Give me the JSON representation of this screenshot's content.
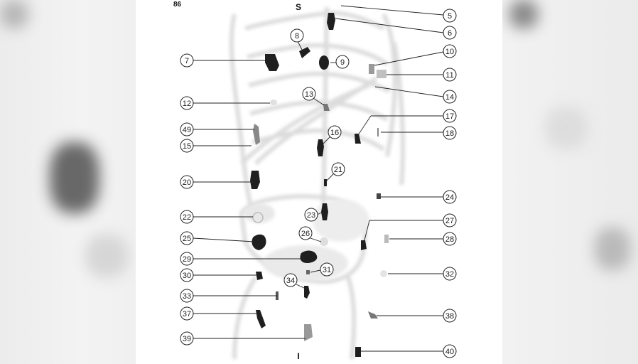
{
  "figure": {
    "page_number": "86",
    "orientation_top": "S",
    "orientation_bottom": "I",
    "ink_color": "#1a1a1a",
    "background_color": "#ffffff"
  },
  "callouts": [
    {
      "id": "c5",
      "label": "5"
    },
    {
      "id": "c6",
      "label": "6"
    },
    {
      "id": "c7",
      "label": "7"
    },
    {
      "id": "c8",
      "label": "8"
    },
    {
      "id": "c9",
      "label": "9"
    },
    {
      "id": "c10",
      "label": "10"
    },
    {
      "id": "c11",
      "label": "11"
    },
    {
      "id": "c12",
      "label": "12"
    },
    {
      "id": "c13",
      "label": "13"
    },
    {
      "id": "c14",
      "label": "14"
    },
    {
      "id": "c15",
      "label": "15"
    },
    {
      "id": "c16",
      "label": "16"
    },
    {
      "id": "c17",
      "label": "17"
    },
    {
      "id": "c18",
      "label": "18"
    },
    {
      "id": "c20",
      "label": "20"
    },
    {
      "id": "c21",
      "label": "21"
    },
    {
      "id": "c22",
      "label": "22"
    },
    {
      "id": "c23",
      "label": "23"
    },
    {
      "id": "c24",
      "label": "24"
    },
    {
      "id": "c25",
      "label": "25"
    },
    {
      "id": "c26",
      "label": "26"
    },
    {
      "id": "c27",
      "label": "27"
    },
    {
      "id": "c28",
      "label": "28"
    },
    {
      "id": "c29",
      "label": "29"
    },
    {
      "id": "c30",
      "label": "30"
    },
    {
      "id": "c31",
      "label": "31"
    },
    {
      "id": "c32",
      "label": "32"
    },
    {
      "id": "c33",
      "label": "33"
    },
    {
      "id": "c34",
      "label": "34"
    },
    {
      "id": "c37",
      "label": "37"
    },
    {
      "id": "c38",
      "label": "38"
    },
    {
      "id": "c39",
      "label": "39"
    },
    {
      "id": "c40",
      "label": "40"
    },
    {
      "id": "c49",
      "label": "49"
    }
  ]
}
